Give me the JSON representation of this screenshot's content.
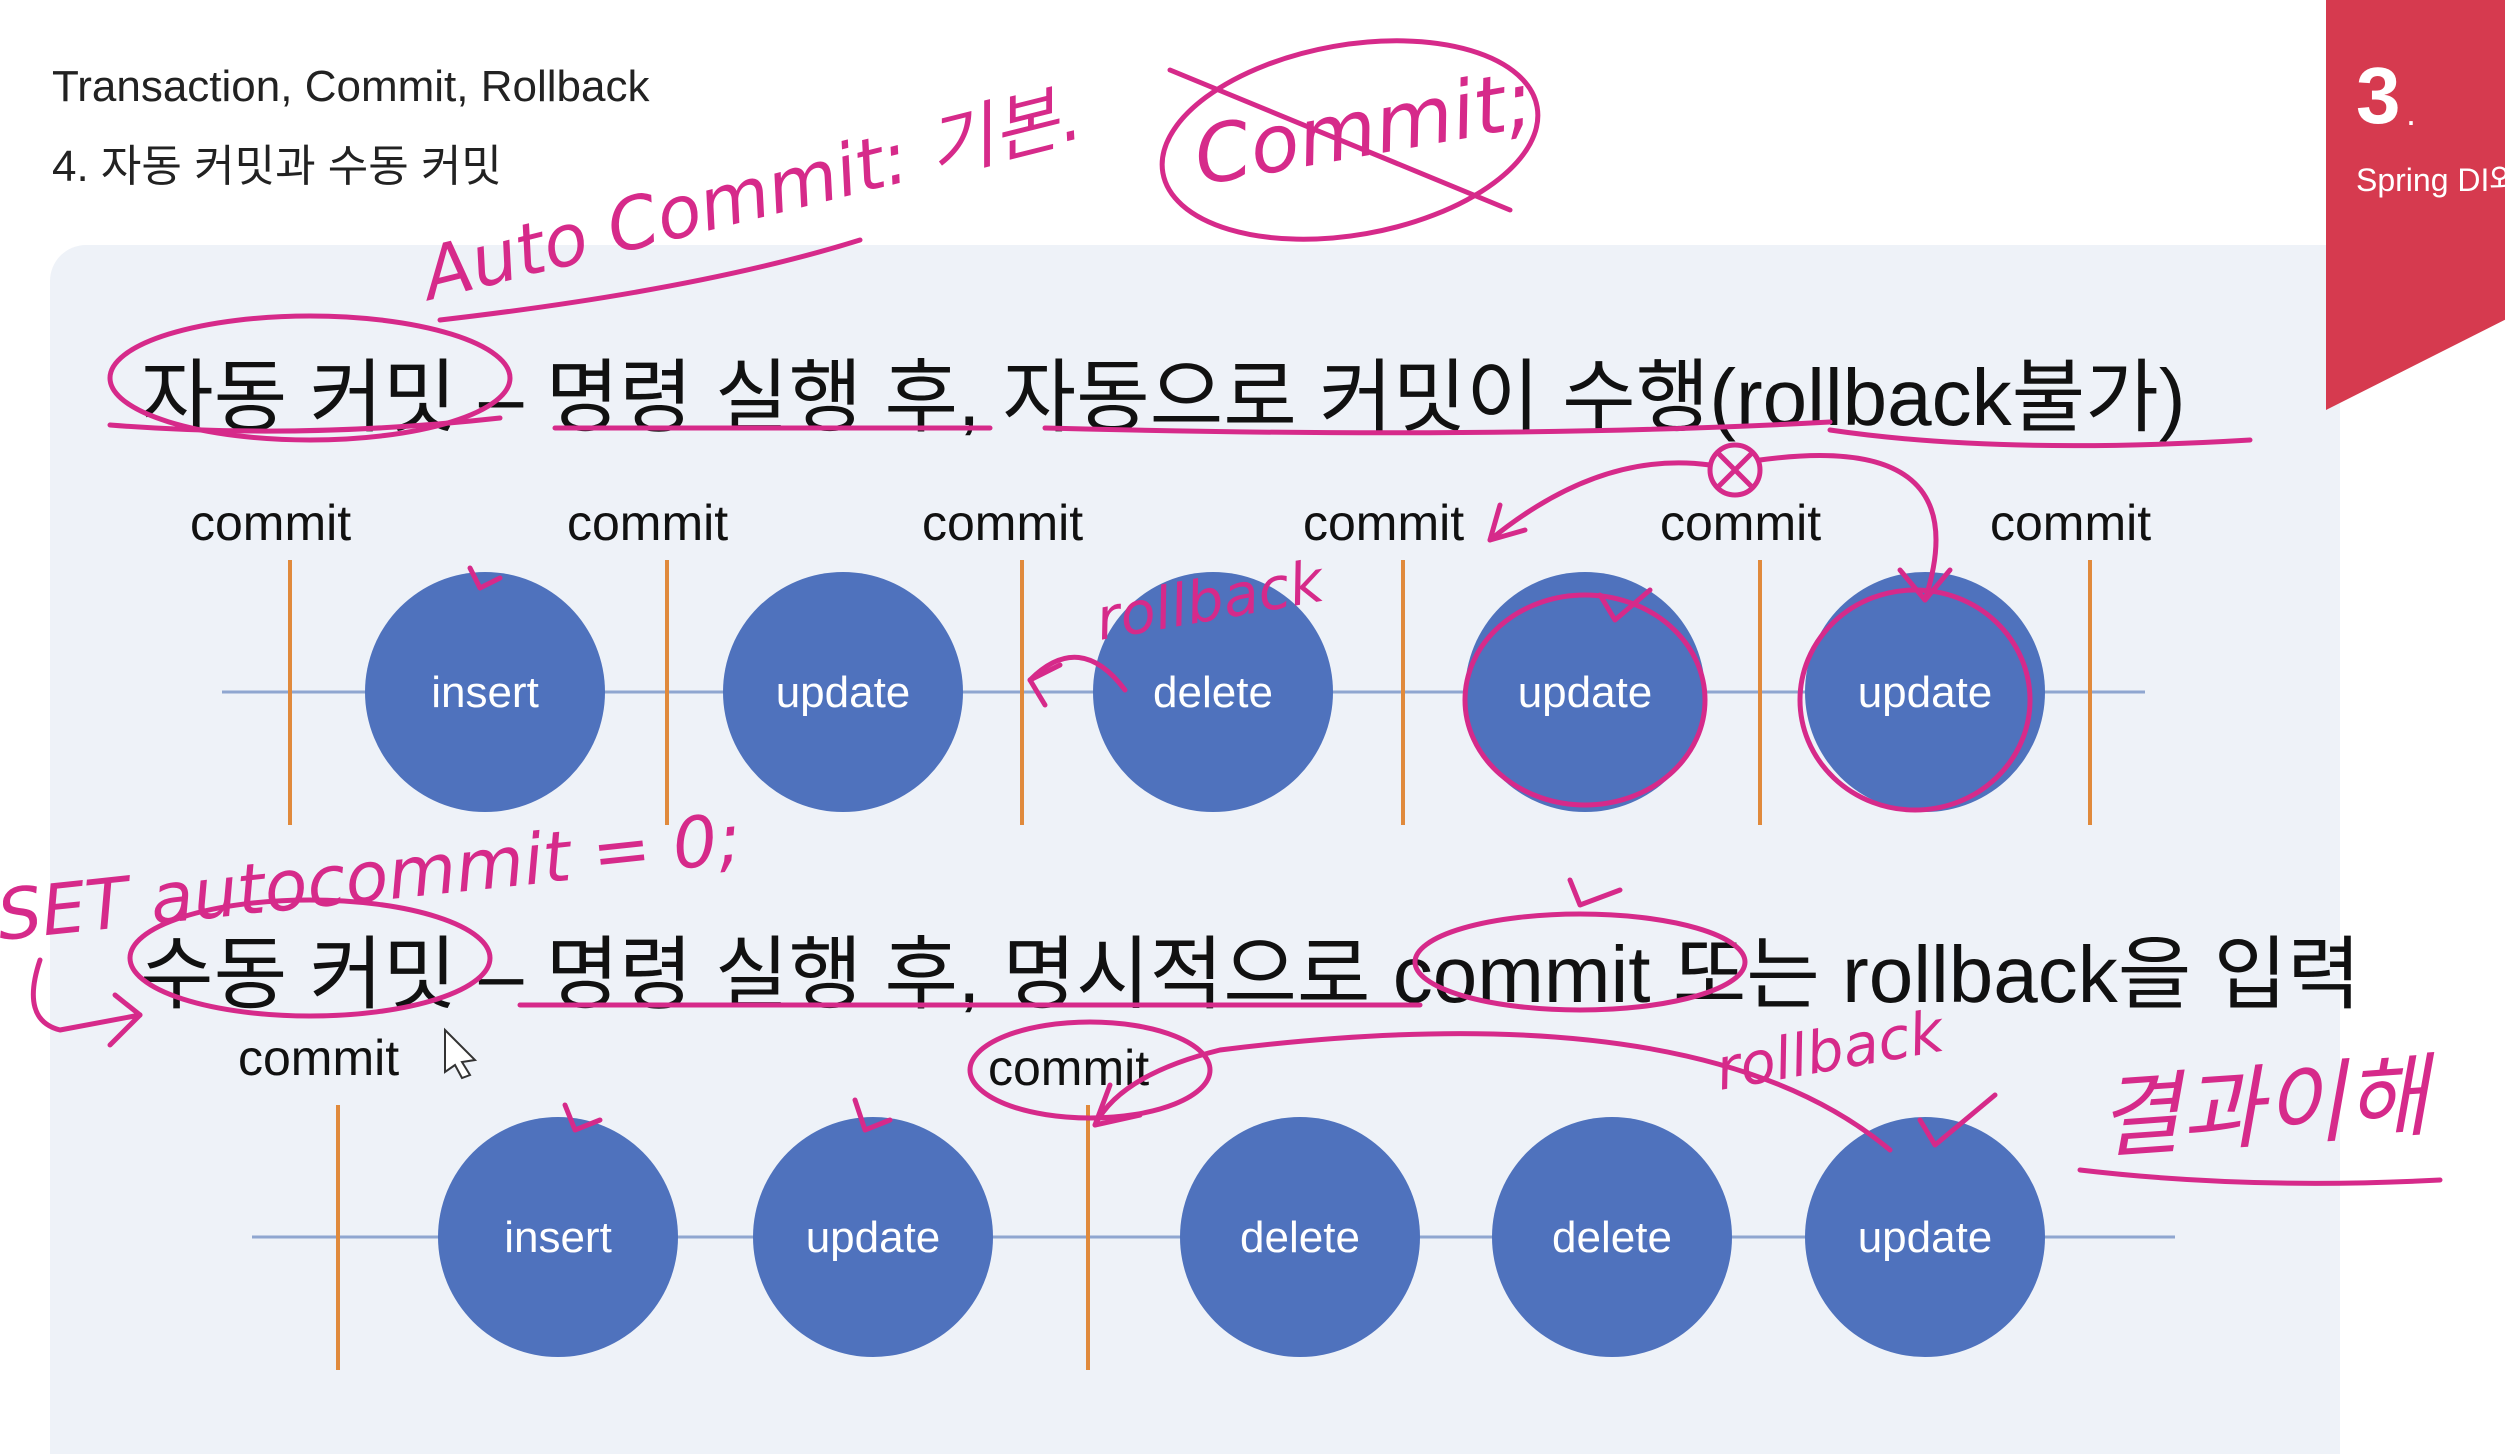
{
  "header": {
    "title": "Transaction, Commit, Rollback",
    "subtitle": "4. 자동 커밋과 수동 커밋"
  },
  "side_tab": {
    "number": "3",
    "dot": ".",
    "text": "Spring DI와"
  },
  "auto_commit": {
    "heading": "자동 커밋 – 명령 실행 후, 자동으로 커밋이 수행(rollback불가)",
    "commit_labels": [
      "commit",
      "commit",
      "commit",
      "commit",
      "commit",
      "commit"
    ],
    "operations": [
      "insert",
      "update",
      "delete",
      "update",
      "update"
    ]
  },
  "manual_commit": {
    "heading": "수동 커밋 – 명령 실행 후, 명시적으로 commit 또는 rollback을 입력",
    "commit_labels": [
      "commit",
      "commit"
    ],
    "operations": [
      "insert",
      "update",
      "delete",
      "delete",
      "update"
    ]
  },
  "handwritten": {
    "auto_commit_note": "Auto Commit: 기본.",
    "crossed_commit": "Commit;",
    "rollback_top": "rollback",
    "set_autocommit": "SET autocommit = 0;",
    "rollback_bottom": "rollback",
    "korean_note": "결과이해"
  },
  "colors": {
    "circle_fill": "#4f72bd",
    "commit_line": "#e08a3c",
    "timeline": "#8fa6d0",
    "annotation": "#d62a8a",
    "side_tab": "#d63a4f"
  }
}
